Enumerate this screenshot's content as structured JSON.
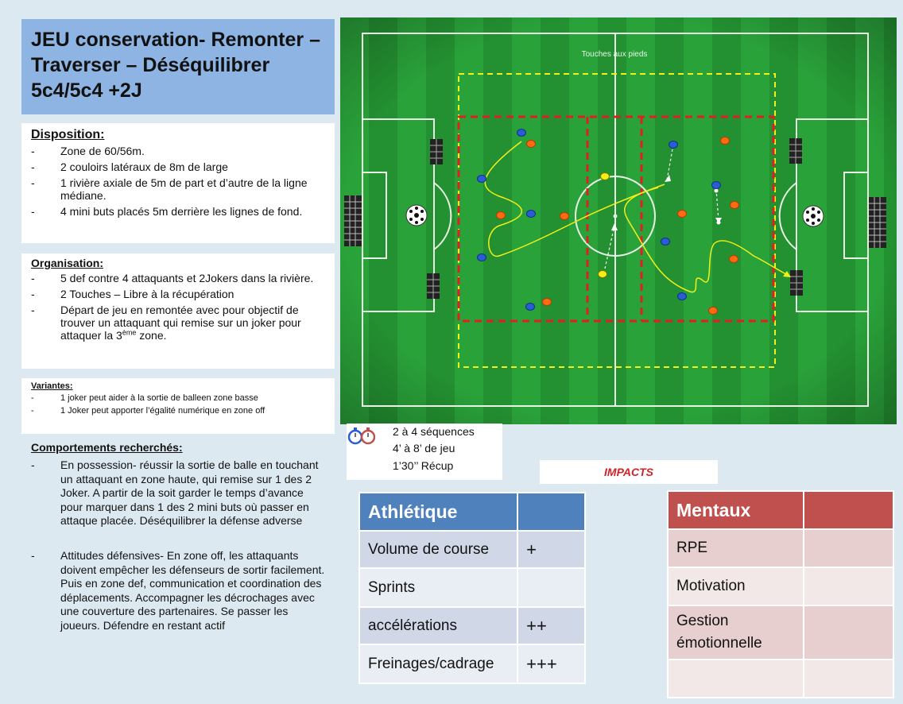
{
  "title": "JEU conservation- Remonter – Traverser – Déséquilibrer 5c4/5c4 +2J",
  "disposition": {
    "heading": "Disposition:",
    "items": [
      "Zone de 60/56m.",
      "2 couloirs latéraux de 8m de large",
      "1 rivière  axiale de 5m de part et d’autre de la ligne médiane.",
      "4 mini buts placés 5m derrière les lignes de fond."
    ]
  },
  "organisation": {
    "heading": "Organisation:",
    "items": [
      "5 def contre 4 attaquants et 2Jokers dans la rivière.",
      "2 Touches – Libre à la récupération"
    ],
    "item3_prefix": "Départ de jeu en remontée avec pour objectif de trouver un attaquant qui remise sur un joker pour attaquer la  3",
    "item3_sup": "ème",
    "item3_suffix": " zone."
  },
  "variantes": {
    "heading": "Variantes:",
    "items": [
      "1 joker peut aider à la sortie de balleen zone basse",
      "1 Joker peut apporter l’égalité numérique en zone off"
    ]
  },
  "comportements": {
    "heading": "Comportements recherchés:",
    "items": [
      "En possession- réussir la sortie de balle en touchant un attaquant en zone haute, qui remise sur 1 des 2 Joker. A partir de la soit garder le temps d’avance pour marquer dans 1 des 2 mini buts où passer en attaque placée. Déséquilibrer la défense adverse",
      "Attitudes défensives- En zone off, les attaquants doivent empêcher les défenseurs de sortir facilement. Puis en zone def, communication et coordination des déplacements. Accompagner les décrochages avec une couverture des partenaires. Se passer les joueurs. Défendre en restant actif"
    ]
  },
  "pitch": {
    "label": "Touches aux pieds",
    "colors": {
      "grass_dark": "#1f8a2e",
      "grass_light": "#2fae3e",
      "blue_player": "#2a5cd6",
      "orange_player": "#ff6a13",
      "joker": "#f5ee17",
      "zone_red": "#e02020",
      "zone_yellow": "#f3f019"
    },
    "icons": [
      "mini-goal-icon",
      "large-goal-icon",
      "ball-icon",
      "player-icon"
    ]
  },
  "timing": {
    "icons": [
      "stopwatch-blue-icon",
      "stopwatch-red-icon"
    ],
    "lines": [
      "2 à 4 séquences",
      "4’ à 8’ de jeu",
      "1’30’’ Récup"
    ]
  },
  "impacts_label": "IMPACTS",
  "athletique": {
    "header": "Athlétique",
    "color": "#4f81bd",
    "rows": [
      {
        "label": "Volume de course",
        "value": "+"
      },
      {
        "label": "Sprints",
        "value": ""
      },
      {
        "label": "accélérations",
        "value": "++"
      },
      {
        "label": "Freinages/cadrage",
        "value": "+++"
      }
    ]
  },
  "mentaux": {
    "header": "Mentaux",
    "color": "#c0504d",
    "rows": [
      {
        "label": "RPE",
        "value": ""
      },
      {
        "label": "Motivation",
        "value": ""
      },
      {
        "label": "Gestion émotionnelle",
        "value": ""
      },
      {
        "label": "",
        "value": ""
      }
    ]
  }
}
